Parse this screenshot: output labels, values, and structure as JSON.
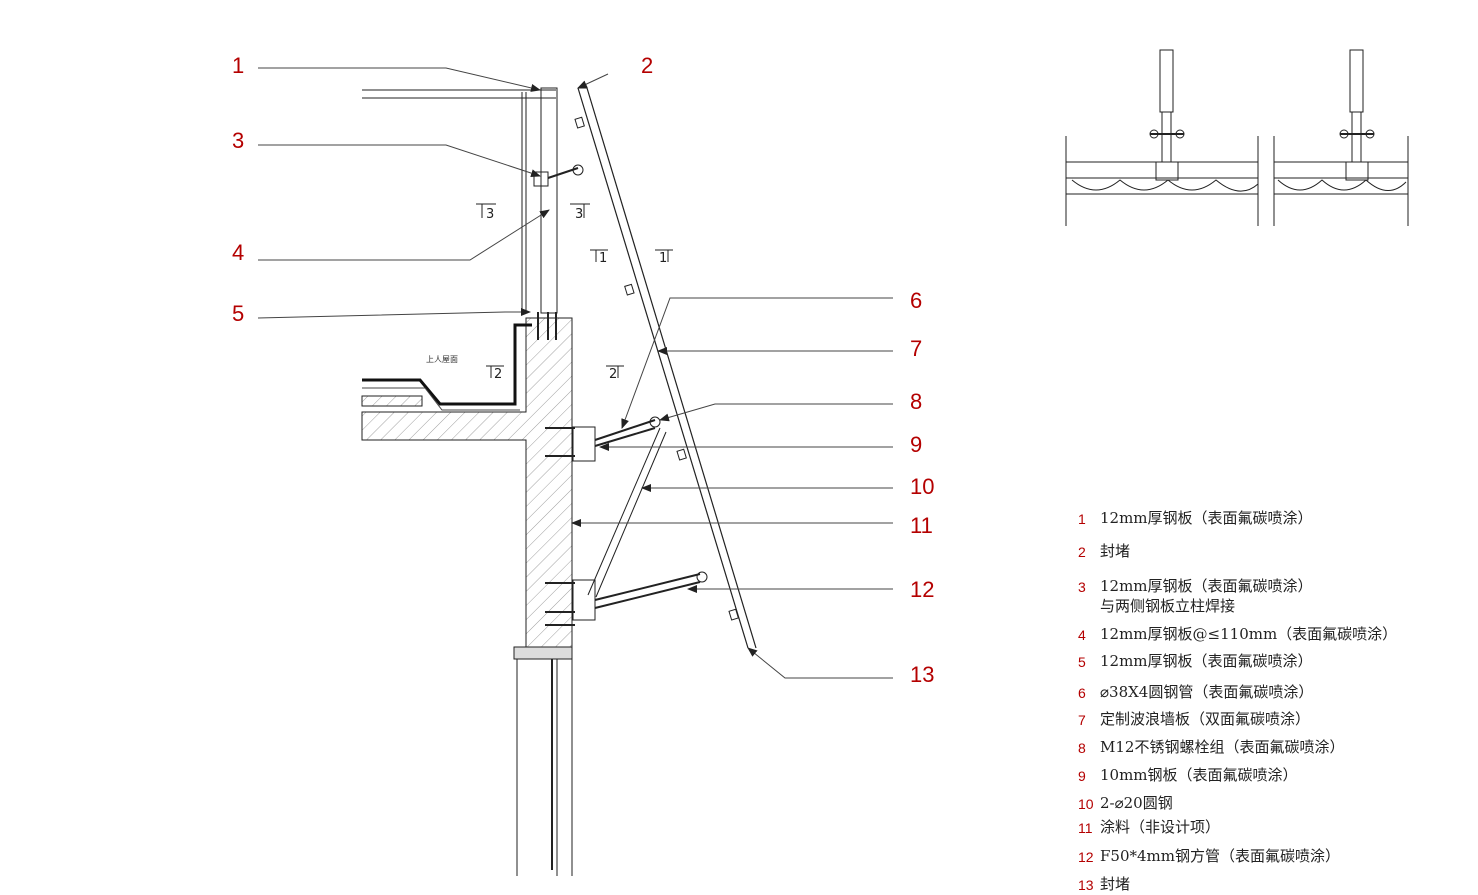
{
  "callouts": [
    "1",
    "2",
    "3",
    "4",
    "5",
    "6",
    "7",
    "8",
    "9",
    "10",
    "11",
    "12",
    "13"
  ],
  "drawing_labels": {
    "roof_label": "上人屋面",
    "sec_3": "3",
    "sec_1": "1",
    "sec_2": "2"
  },
  "legend": [
    {
      "num": "1",
      "text": "12mm厚钢板（表面氟碳喷涂）"
    },
    {
      "num": "2",
      "text": "封堵"
    },
    {
      "num": "3",
      "text": "12mm厚钢板（表面氟碳喷涂）\n与两侧钢板立柱焊接"
    },
    {
      "num": "4",
      "text": "12mm厚钢板@≤110mm（表面氟碳喷涂）"
    },
    {
      "num": "5",
      "text": "12mm厚钢板（表面氟碳喷涂）"
    },
    {
      "num": "6",
      "text": "⌀38X4圆钢管（表面氟碳喷涂）"
    },
    {
      "num": "7",
      "text": "定制波浪墙板（双面氟碳喷涂）"
    },
    {
      "num": "8",
      "text": "M12不锈钢螺栓组（表面氟碳喷涂）"
    },
    {
      "num": "9",
      "text": "10mm钢板（表面氟碳喷涂）"
    },
    {
      "num": "10",
      "text": "2-⌀20圆钢"
    },
    {
      "num": "11",
      "text": "涂料（非设计项）"
    },
    {
      "num": "12",
      "text": "F50*4mm钢方管（表面氟碳喷涂）"
    },
    {
      "num": "13",
      "text": "封堵"
    }
  ]
}
